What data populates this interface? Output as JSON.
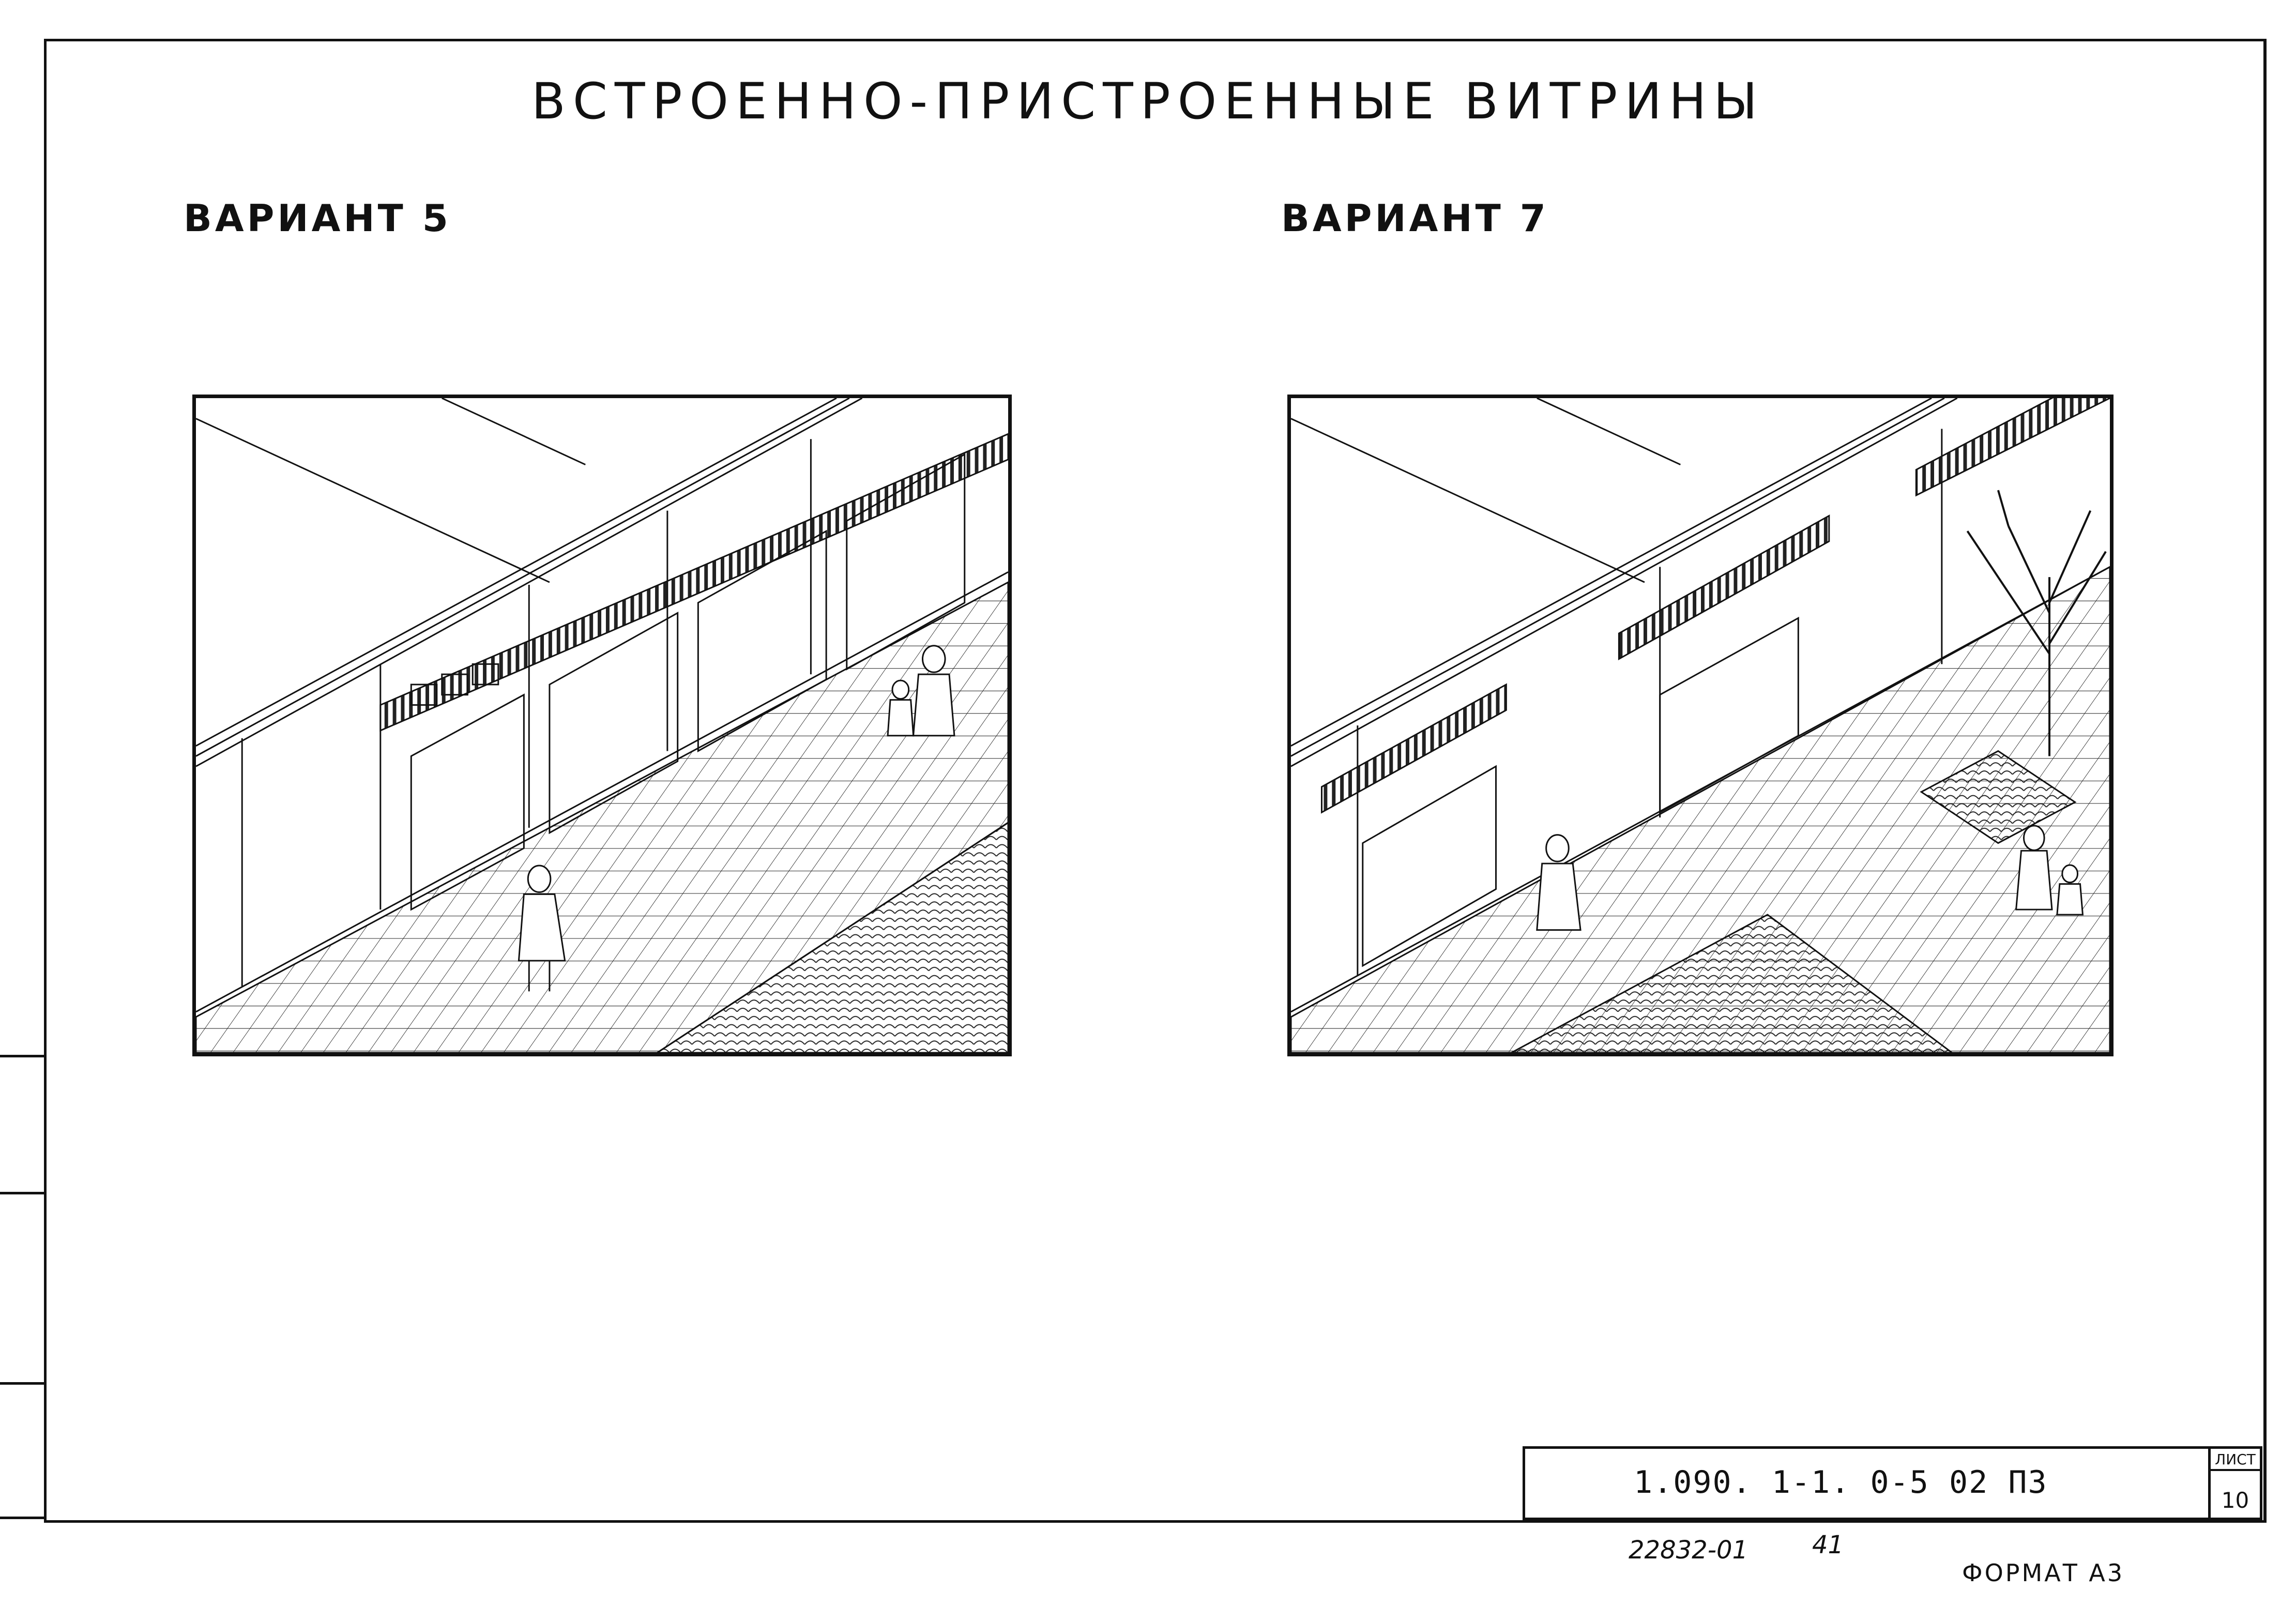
{
  "title": "ВСТРОЕННО-ПРИСТРОЕННЫЕ ВИТРИНЫ",
  "variants": [
    {
      "label": "ВАРИАНТ 5"
    },
    {
      "label": "ВАРИАНТ 7"
    }
  ],
  "title_block": {
    "code": "1.090. 1-1. 0-5  02  ПЗ",
    "sheet_label": "ЛИСТ",
    "sheet_number": "10"
  },
  "inventory_number": "22832-01",
  "inventory_page": "41",
  "format": "ФОРМАТ А3"
}
